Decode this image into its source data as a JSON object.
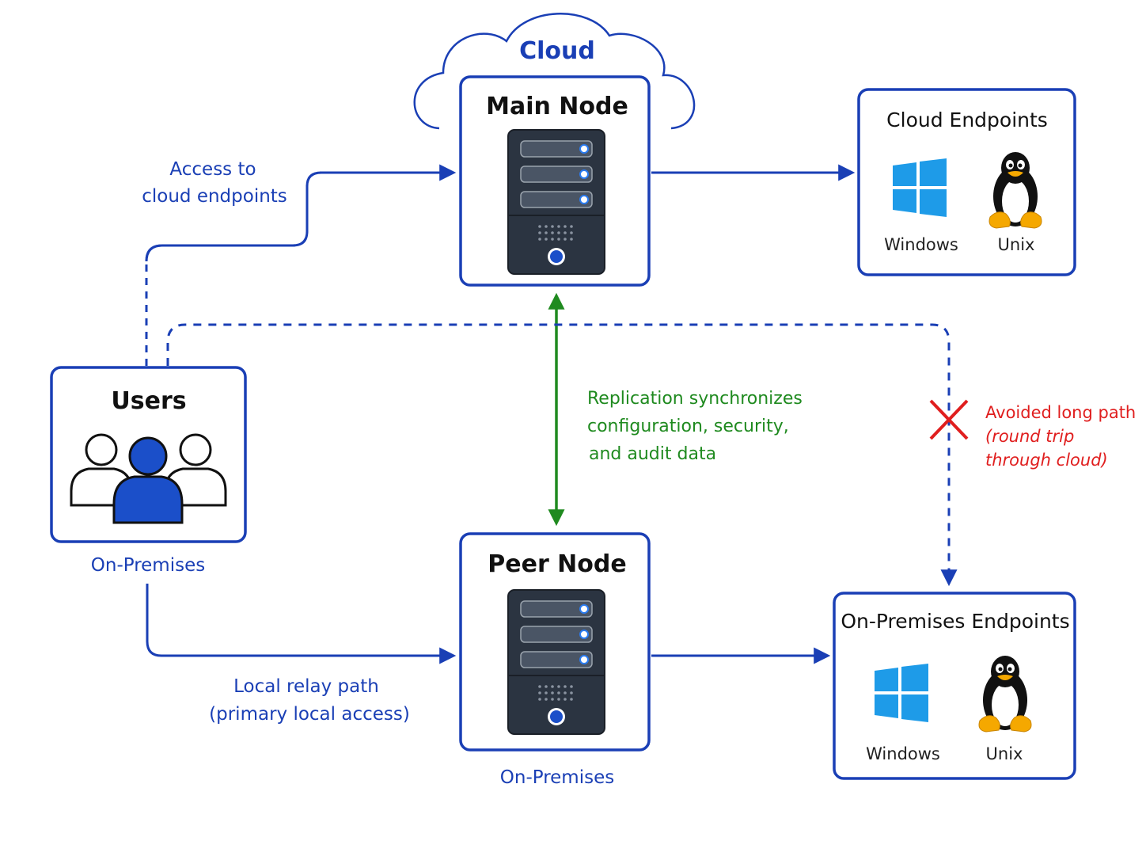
{
  "colors": {
    "primary": "#1a3fb5",
    "replication": "#1f8a1f",
    "avoided": "#e01e1e",
    "server": "#2b3441",
    "windows": "#1e9be8",
    "user_accent": "#1b4fc9"
  },
  "cloud": {
    "label": "Cloud"
  },
  "main_node": {
    "title": "Main Node"
  },
  "peer_node": {
    "title": "Peer Node",
    "zone_label": "On-Premises"
  },
  "users": {
    "title": "Users",
    "zone_label": "On-Premises"
  },
  "cloud_endpoints": {
    "title": "Cloud Endpoints",
    "windows_label": "Windows",
    "unix_label": "Unix"
  },
  "onprem_endpoints": {
    "title": "On-Premises Endpoints",
    "windows_label": "Windows",
    "unix_label": "Unix"
  },
  "edges": {
    "cloud_access": {
      "line1": "Access to",
      "line2": "cloud endpoints"
    },
    "local_relay": {
      "line1": "Local relay path",
      "line2": "(primary local access)"
    },
    "replication": {
      "line1": "Replication synchronizes",
      "line2": "configuration, security,",
      "line3": "and audit data"
    },
    "avoided": {
      "line1": "Avoided long path",
      "line2": "(round trip",
      "line3": "through cloud)"
    }
  }
}
